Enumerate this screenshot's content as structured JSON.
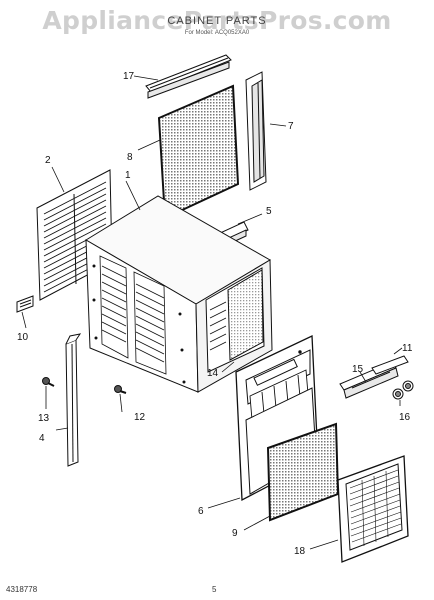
{
  "watermark": "AppliancePartsPros.com",
  "header": {
    "title": "CABINET PARTS",
    "subtitle": "For Model: ACQ052XA0"
  },
  "callouts": [
    "1",
    "2",
    "4",
    "5",
    "6",
    "7",
    "8",
    "9",
    "10",
    "11",
    "12",
    "13",
    "14",
    "15",
    "16",
    "17",
    "18"
  ],
  "footer": {
    "doc_number": "4318778",
    "page_number": "5"
  }
}
